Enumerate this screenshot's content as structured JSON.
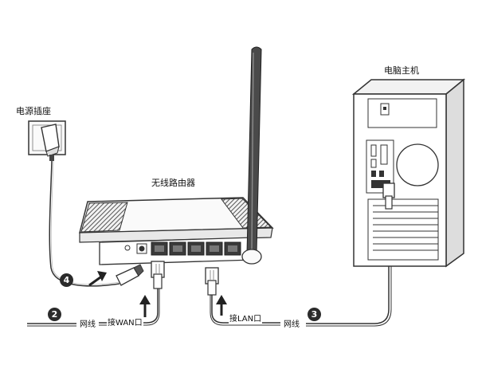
{
  "labels": {
    "power_socket": "电源插座",
    "router": "无线路由器",
    "computer": "电脑主机",
    "wan_port": "接WAN口",
    "lan_port": "接LAN口",
    "cable_left": "网线",
    "cable_right": "网线"
  },
  "steps": {
    "step_2": "2",
    "step_3": "3",
    "step_4": "4"
  },
  "colors": {
    "line": "#333333",
    "badge": "#2b2b2b",
    "device_dark": "#3a3a3a",
    "device_light": "#ffffff"
  }
}
